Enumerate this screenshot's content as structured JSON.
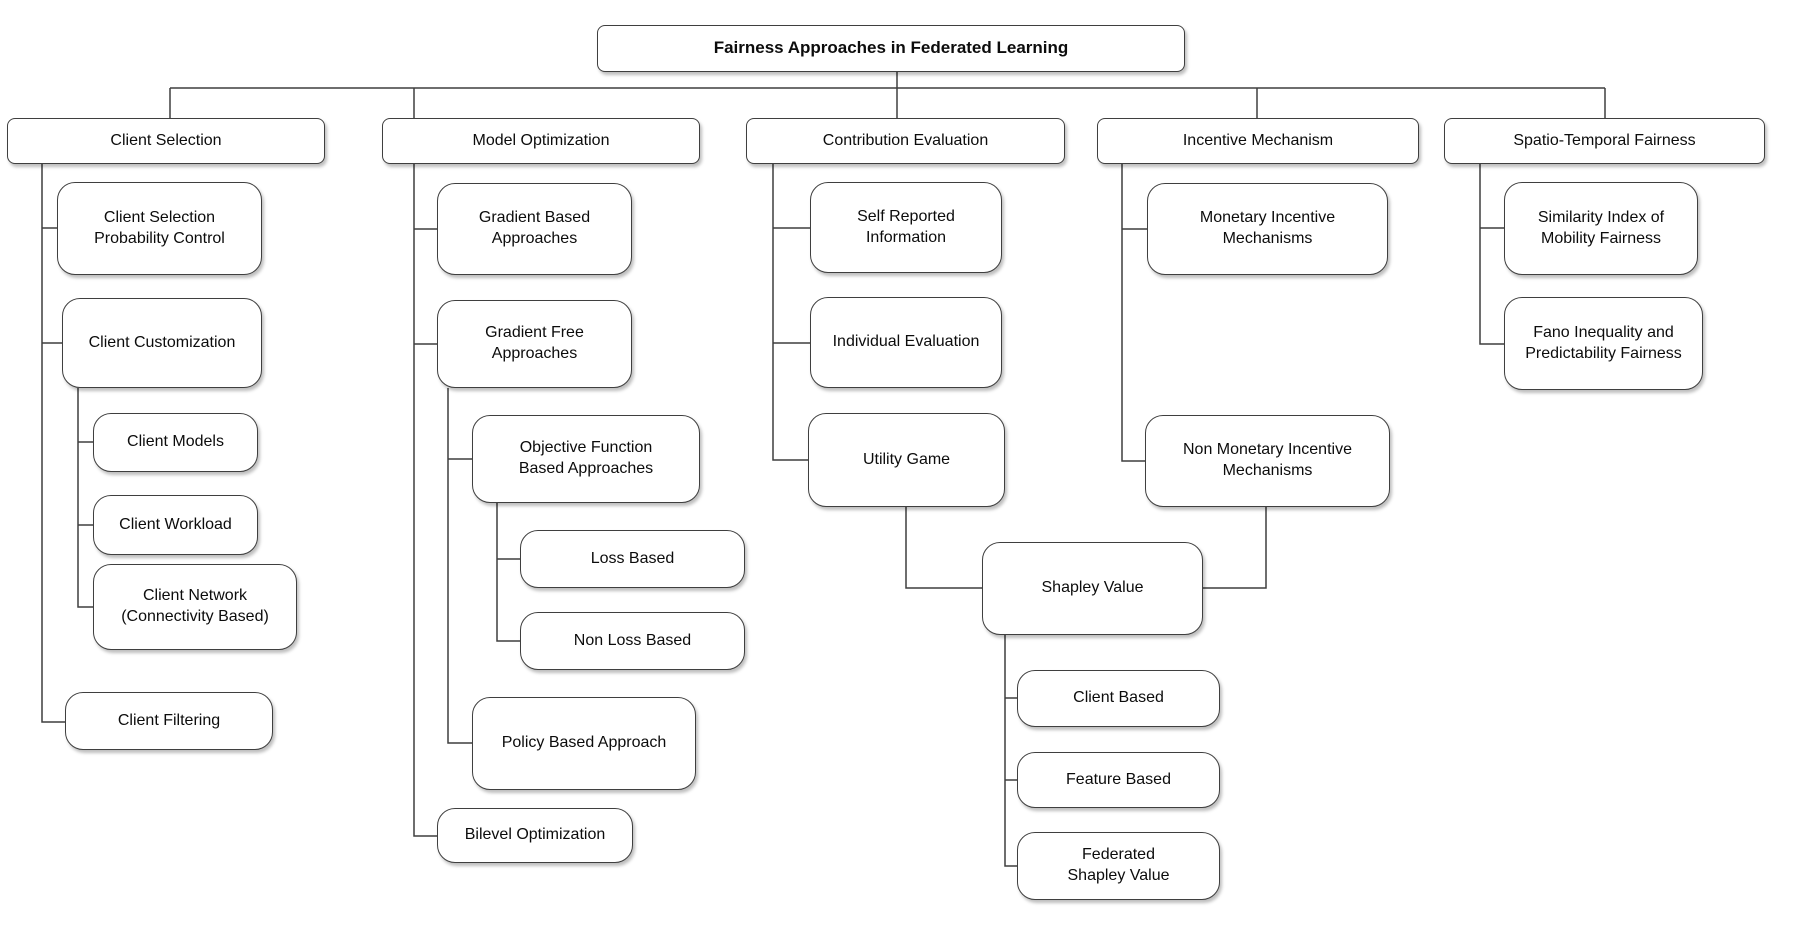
{
  "diagram": {
    "title": "Fairness Approaches in Federated Learning"
  },
  "nodes": {
    "title": "Fairness Approaches in Federated Learning",
    "client_selection": "Client Selection",
    "model_optimization": "Model Optimization",
    "contribution_evaluation": "Contribution Evaluation",
    "incentive_mechanism": "Incentive Mechanism",
    "spatio_temporal_fairness": "Spatio-Temporal Fairness",
    "client_selection_probability_control": "Client Selection Probability Control",
    "client_customization": "Client Customization",
    "client_models": "Client Models",
    "client_workload": "Client Workload",
    "client_network": "Client Network (Connectivity Based)",
    "client_filtering": "Client Filtering",
    "gradient_based_approaches": "Gradient Based Approaches",
    "gradient_free_approaches": "Gradient Free Approaches",
    "objective_function_based_approaches": "Objective Function Based Approaches",
    "loss_based": "Loss Based",
    "non_loss_based": "Non Loss Based",
    "policy_based_approach": "Policy Based Approach",
    "bilevel_optimization": "Bilevel Optimization",
    "self_reported_information": "Self Reported Information",
    "individual_evaluation": "Individual Evaluation",
    "utility_game": "Utility Game",
    "shapley_value": "Shapley Value",
    "client_based": "Client Based",
    "feature_based": "Feature Based",
    "federated_shapley_value": "Federated Shapley Value",
    "monetary_incentive_mechanisms": "Monetary Incentive Mechanisms",
    "non_monetary_incentive_mechanisms": "Non Monetary Incentive Mechanisms",
    "similarity_index_of_mobility_fairness": "Similarity Index of Mobility Fairness",
    "fano_inequality_and_predictability_fairness": "Fano Inequality and Predictability Fairness"
  },
  "edges": [
    [
      "title",
      "client_selection"
    ],
    [
      "title",
      "model_optimization"
    ],
    [
      "title",
      "contribution_evaluation"
    ],
    [
      "title",
      "incentive_mechanism"
    ],
    [
      "title",
      "spatio_temporal_fairness"
    ],
    [
      "client_selection",
      "client_selection_probability_control"
    ],
    [
      "client_selection",
      "client_customization"
    ],
    [
      "client_customization",
      "client_models"
    ],
    [
      "client_customization",
      "client_workload"
    ],
    [
      "client_customization",
      "client_network"
    ],
    [
      "client_selection",
      "client_filtering"
    ],
    [
      "model_optimization",
      "gradient_based_approaches"
    ],
    [
      "model_optimization",
      "gradient_free_approaches"
    ],
    [
      "gradient_free_approaches",
      "objective_function_based_approaches"
    ],
    [
      "objective_function_based_approaches",
      "loss_based"
    ],
    [
      "objective_function_based_approaches",
      "non_loss_based"
    ],
    [
      "gradient_free_approaches",
      "policy_based_approach"
    ],
    [
      "model_optimization",
      "bilevel_optimization"
    ],
    [
      "contribution_evaluation",
      "self_reported_information"
    ],
    [
      "contribution_evaluation",
      "individual_evaluation"
    ],
    [
      "contribution_evaluation",
      "utility_game"
    ],
    [
      "utility_game",
      "shapley_value"
    ],
    [
      "non_monetary_incentive_mechanisms",
      "shapley_value"
    ],
    [
      "shapley_value",
      "client_based"
    ],
    [
      "shapley_value",
      "feature_based"
    ],
    [
      "shapley_value",
      "federated_shapley_value"
    ],
    [
      "incentive_mechanism",
      "monetary_incentive_mechanisms"
    ],
    [
      "incentive_mechanism",
      "non_monetary_incentive_mechanisms"
    ],
    [
      "spatio_temporal_fairness",
      "similarity_index_of_mobility_fairness"
    ],
    [
      "spatio_temporal_fairness",
      "fano_inequality_and_predictability_fairness"
    ]
  ]
}
